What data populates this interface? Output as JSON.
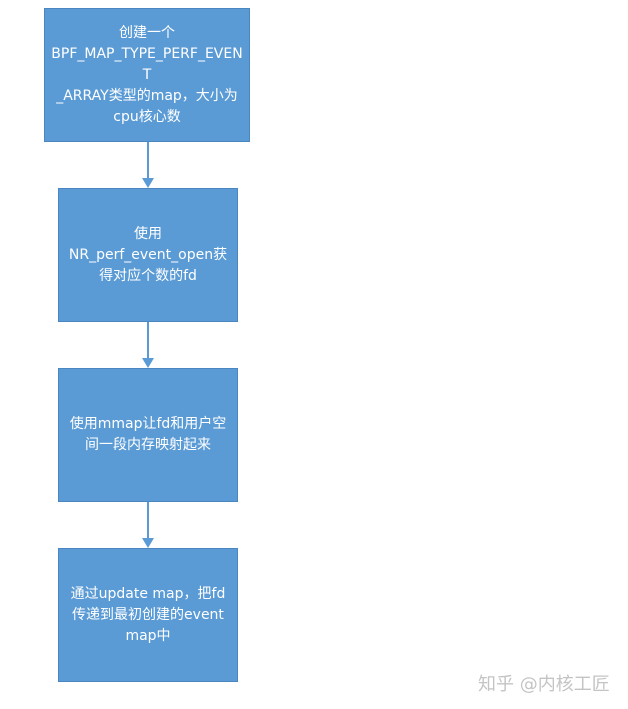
{
  "flowchart": {
    "steps": [
      {
        "text": "创建一个\nBPF_MAP_TYPE_PERF_EVENT\n_ARRAY类型的map，大小为\ncpu核心数"
      },
      {
        "text": "使用\nNR_perf_event_open获\n得对应个数的fd"
      },
      {
        "text": "使用mmap让fd和用户空\n间一段内存映射起来"
      },
      {
        "text": "通过update map，把fd\n传递到最初创建的event\nmap中"
      }
    ],
    "colors": {
      "box_fill": "#5b9bd5",
      "box_border": "#4a87c0",
      "arrow": "#5b9bd5",
      "text": "#ffffff"
    }
  },
  "watermark": "知乎 @内核工匠"
}
